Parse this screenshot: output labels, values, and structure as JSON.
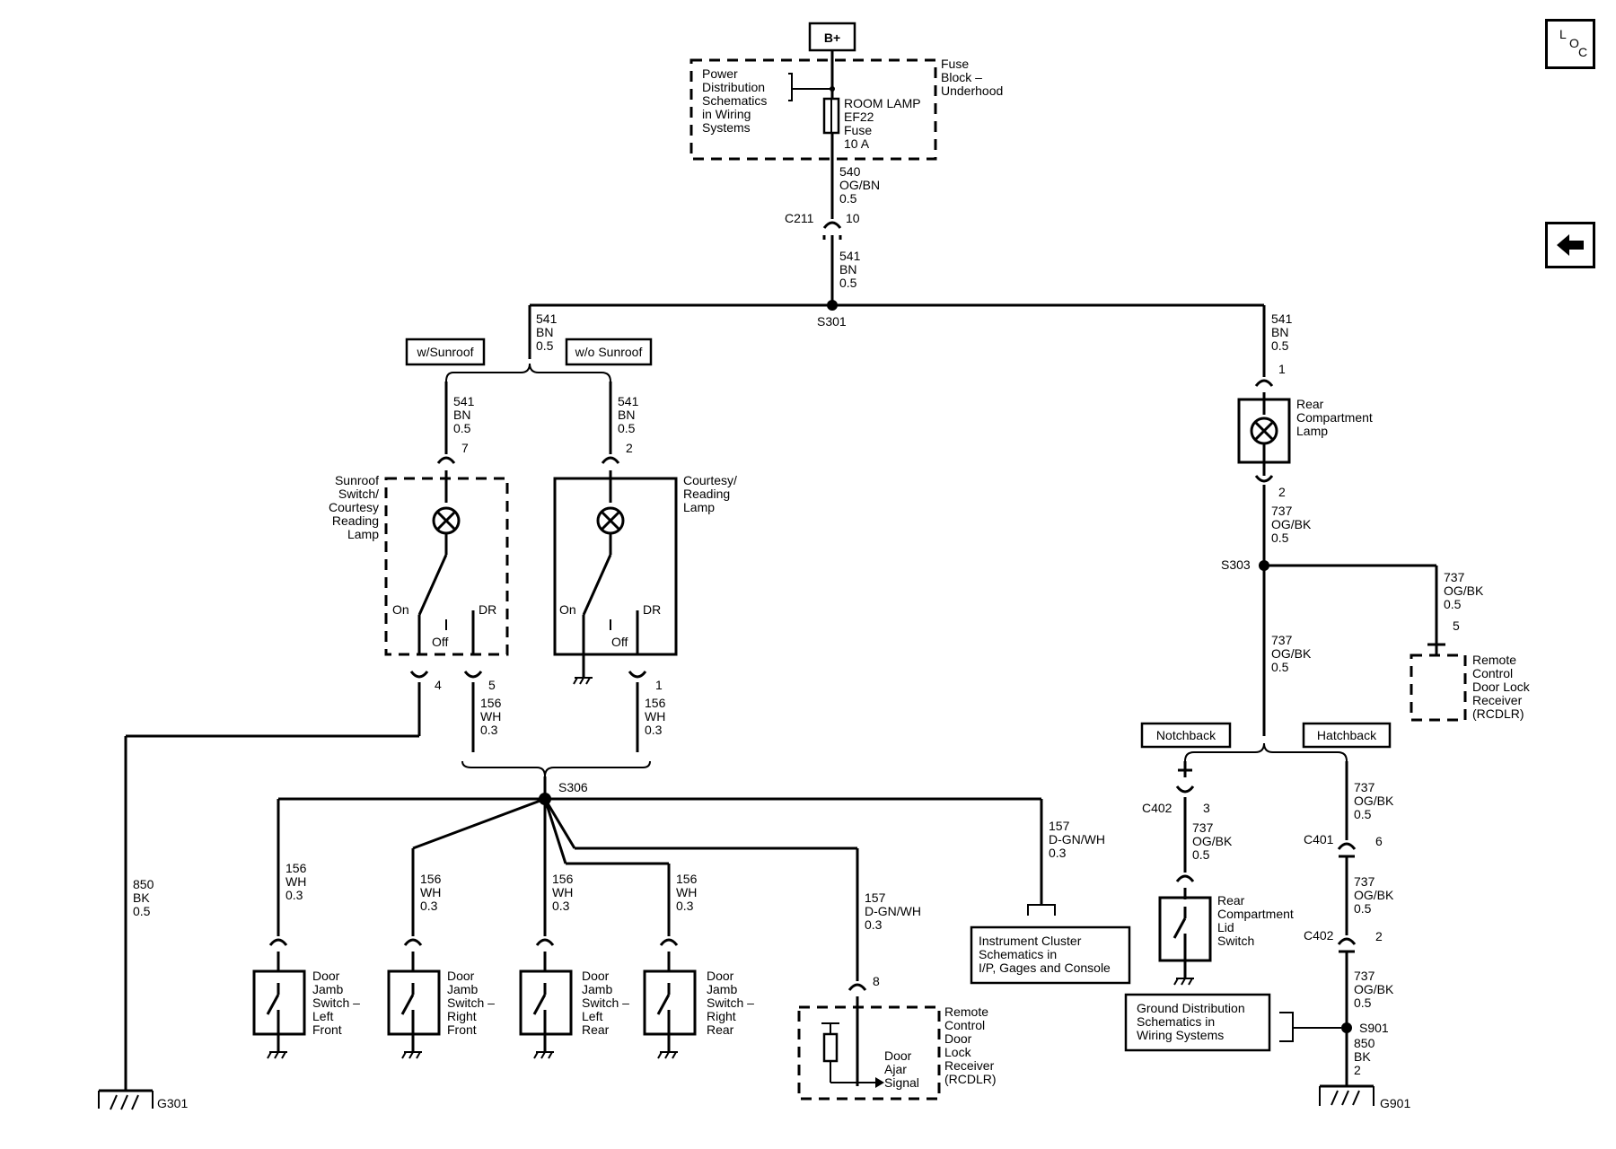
{
  "power": {
    "source": "B+"
  },
  "fuse_block": {
    "ref": [
      "Power",
      "Distribution",
      "Schematics",
      "in Wiring",
      "Systems"
    ],
    "name": [
      "Fuse",
      "Block –",
      "Underhood"
    ],
    "fuse": [
      "ROOM LAMP",
      "EF22",
      "Fuse",
      "10 A"
    ]
  },
  "wires": {
    "w540": [
      "540",
      "OG/BN",
      "0.5"
    ],
    "w541": [
      "541",
      "BN",
      "0.5"
    ],
    "w737": [
      "737",
      "OG/BK",
      "0.5"
    ],
    "w156": [
      "156",
      "WH",
      "0.3"
    ],
    "w157": [
      "157",
      "D-GN/WH",
      "0.3"
    ],
    "w850a": [
      "850",
      "BK",
      "0.5"
    ],
    "w850b": [
      "850",
      "BK",
      "2"
    ]
  },
  "connectors": {
    "c211": "C211",
    "c211_pin": "10",
    "c401": "C401",
    "c401_pin": "6",
    "c402": "C402",
    "c402_pin_a": "3",
    "c402_pin_b": "2"
  },
  "splices": {
    "s301": "S301",
    "s303": "S303",
    "s306": "S306",
    "s901": "S901"
  },
  "grounds": {
    "g301": "G301",
    "g901": "G901"
  },
  "options": {
    "sunroof": "w/Sunroof",
    "no_sunroof": "w/o Sunroof",
    "notchback": "Notchback",
    "hatchback": "Hatchback"
  },
  "components": {
    "sunroof_lamp": [
      "Sunroof",
      "Switch/",
      "Courtesy",
      "Reading",
      "Lamp"
    ],
    "courtesy_lamp": [
      "Courtesy/",
      "Reading",
      "Lamp"
    ],
    "rear_lamp": [
      "Rear",
      "Compartment",
      "Lamp"
    ],
    "rcdlr_top": [
      "Remote",
      "Control",
      "Door Lock",
      "Receiver",
      "(RCDLR)"
    ],
    "rcdlr_bottom": [
      "Remote",
      "Control",
      "Door",
      "Lock",
      "Receiver",
      "(RCDLR)"
    ],
    "door_ajar": [
      "Door",
      "Ajar",
      "Signal"
    ],
    "lid_switch": [
      "Rear",
      "Compartment",
      "Lid",
      "Switch"
    ],
    "dj_lf": [
      "Door",
      "Jamb",
      "Switch –",
      "Left",
      "Front"
    ],
    "dj_rf": [
      "Door",
      "Jamb",
      "Switch –",
      "Right",
      "Front"
    ],
    "dj_lr": [
      "Door",
      "Jamb",
      "Switch –",
      "Left",
      "Rear"
    ],
    "dj_rr": [
      "Door",
      "Jamb",
      "Switch –",
      "Right",
      "Rear"
    ]
  },
  "switch_positions": {
    "on": "On",
    "off": "Off",
    "dr": "DR"
  },
  "pins": {
    "sunroof_in": "7",
    "sunroof_on": "4",
    "sunroof_dr": "5",
    "courtesy_in": "2",
    "courtesy_out": "1",
    "rear_in": "1",
    "rear_out": "2",
    "rcdlr_top": "5",
    "rcdlr_bottom": "8"
  },
  "references": {
    "instrument_cluster": [
      "Instrument Cluster",
      "Schematics in",
      "I/P, Gages and Console"
    ],
    "ground_dist": [
      "Ground Distribution",
      "Schematics in",
      "Wiring Systems"
    ]
  },
  "nav": {
    "loc_icon": "L O C",
    "back_icon": "left-arrow"
  }
}
